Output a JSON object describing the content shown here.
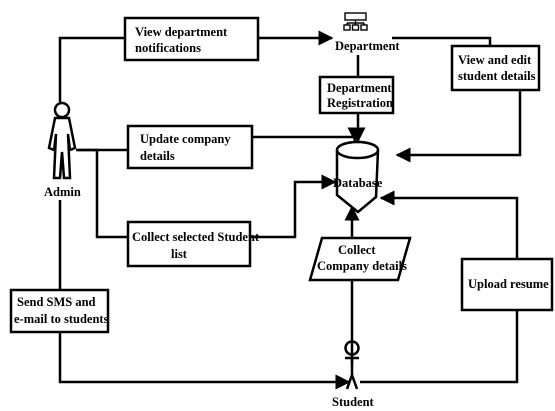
{
  "nodes": {
    "department": "Department",
    "admin": "Admin",
    "student": "Student",
    "database": "Database"
  },
  "processes": {
    "view_notifications": [
      "View department",
      "notifications"
    ],
    "department_registration": [
      "Department",
      "Registration"
    ],
    "view_edit_student": [
      "View and edit",
      "student details"
    ],
    "update_company": [
      "Update company",
      "details"
    ],
    "collect_student_list": [
      "Collect selected Student",
      "list"
    ],
    "collect_company": [
      "Collect",
      "Company details"
    ],
    "upload_resume": [
      "Upload resume"
    ],
    "send_sms": [
      "Send SMS and",
      "e-mail to students"
    ]
  },
  "icons": {
    "department": "server-icon",
    "admin": "person-icon",
    "student": "person-icon",
    "database": "database-icon"
  }
}
